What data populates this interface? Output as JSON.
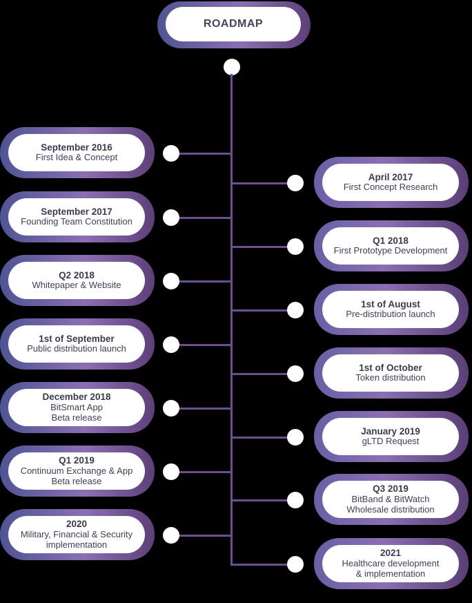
{
  "title": "ROADMAP",
  "left_items": [
    {
      "date": "September 2016",
      "lines": [
        "First Idea & Concept"
      ]
    },
    {
      "date": "September 2017",
      "lines": [
        "Founding Team Constitution"
      ]
    },
    {
      "date": "Q2  2018",
      "lines": [
        "Whitepaper & Website"
      ]
    },
    {
      "date": "1st of September",
      "lines": [
        "Public distribution launch"
      ]
    },
    {
      "date": "December 2018",
      "lines": [
        "BitSmart App",
        "Beta release"
      ]
    },
    {
      "date": "Q1 2019",
      "lines": [
        "Continuum Exchange & App",
        "Beta release"
      ]
    },
    {
      "date": "2020",
      "lines": [
        "Military, Financial & Security",
        "implementation"
      ]
    }
  ],
  "right_items": [
    {
      "date": "April 2017",
      "lines": [
        "First Concept Research"
      ]
    },
    {
      "date": "Q1 2018",
      "lines": [
        "First Prototype Development"
      ]
    },
    {
      "date": "1st of August",
      "lines": [
        "Pre-distribution launch"
      ]
    },
    {
      "date": "1st of October",
      "lines": [
        "Token distribution"
      ]
    },
    {
      "date": "January 2019",
      "lines": [
        "gLTD Request"
      ]
    },
    {
      "date": "Q3 2019",
      "lines": [
        "BitBand & BitWatch",
        "Wholesale distribution"
      ]
    },
    {
      "date": "2021",
      "lines": [
        "Healthcare development",
        "& implementation"
      ]
    }
  ],
  "colors": {
    "background": "#000000",
    "connector": "#6e4f8e",
    "pill": "#ffffff"
  }
}
